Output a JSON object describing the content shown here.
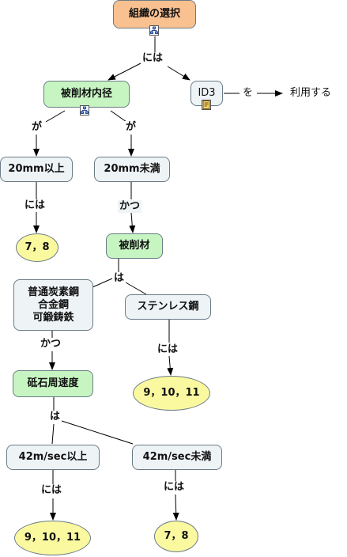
{
  "nodes": {
    "root": "組織の選択",
    "diameter": "被削材内径",
    "id3": "ID3",
    "use": "利用する",
    "gte20": "20mm以上",
    "lt20": "20mm未満",
    "res78a": "7，8",
    "material": "被削材",
    "steel": "普通炭素鋼\n合金鋼\n可鍛鋳鉄",
    "stainless": "ステンレス鋼",
    "speed": "砥石周速度",
    "res91011a": "9，10，11",
    "gte42": "42m/sec以上",
    "lt42": "42m/sec未満",
    "res91011b": "9，10，11",
    "res78b": "7，8"
  },
  "labels": {
    "root_wa": "には",
    "id3_wo": "を",
    "ga_left": "が",
    "ga_right": "が",
    "gte20_niwa": "には",
    "lt20_katsu": "かつ",
    "material_wa": "は",
    "steel_katsu": "かつ",
    "stainless_niwa": "には",
    "speed_wa": "は",
    "gte42_niwa": "には",
    "lt42_niwa": "には"
  },
  "icons": {
    "root_badge": "hierarchy-icon",
    "diameter_badge": "hierarchy-icon",
    "id3_badge": "document-icon"
  },
  "colors": {
    "root_fill": "#f9c090",
    "concept_fill": "#c6f5c2",
    "value_fill": "#eef3f5",
    "result_fill": "#fbf9a0",
    "border": "#6b7b86",
    "line": "#000000"
  }
}
